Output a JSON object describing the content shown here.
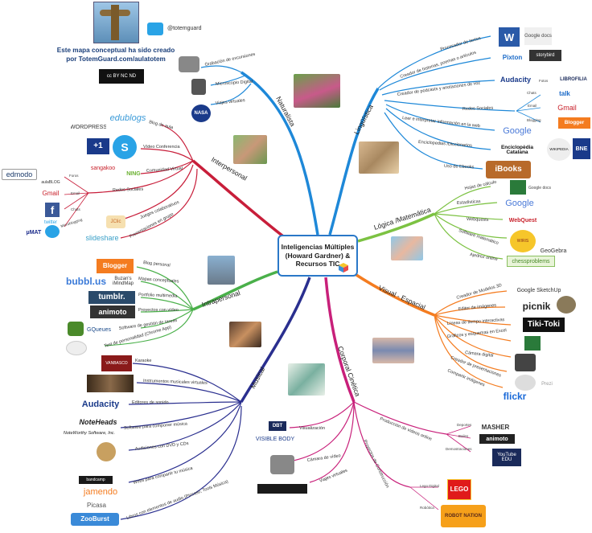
{
  "header": {
    "twitter_handle": "@totemguard",
    "credit_text": "Este mapa conceptual ha sido creado\npor TotemGuard.com/aulatotem",
    "license_badge": "cc BY NC ND"
  },
  "center": {
    "title": "Inteligencias Múltiples\n(Howard Gardner) &\nRecursos TIC"
  },
  "colors": {
    "center_border": "#2a78c8",
    "linguistica": "#1e88d8",
    "naturalista": "#1e88d8",
    "logica": "#7cc242",
    "visual": "#f47c20",
    "corporal": "#c8207a",
    "musical": "#2a2f8f",
    "intrapersonal": "#4ab04a",
    "interpersonal": "#c81e3a"
  },
  "branches": {
    "naturalista": {
      "label": "Naturalista",
      "leaves": [
        "Grabación de excursiones",
        "Microscopio Digital",
        "Viajes virtuales"
      ]
    },
    "linguistica": {
      "label": "Lingüística",
      "leaves": [
        "Procesador de textos",
        "Creador de historias, poemas o artículos",
        "Creador de podcasts y anotaciones de voz",
        "Redes Sociales",
        "Leer e interpretar información en la web",
        "Enciclopedias /Diccionarios",
        "Uso de Ebooks"
      ],
      "sub": [
        "Chats",
        "Email",
        "Blogging",
        "Fotos"
      ]
    },
    "interpersonal": {
      "label": "Interpersonal",
      "leaves": [
        "Blog de aula",
        "Vídeo Conferencia",
        "Comunidad Virtual",
        "Redes Sociales",
        "Juegos colaborativos",
        "Presentaciones en grupo"
      ],
      "sub": [
        "Foros",
        "Email",
        "Chats",
        "Microblogging"
      ]
    },
    "logica": {
      "label": "Lógica /Matemática",
      "leaves": [
        "Hojas de cálculo",
        "Estadísticas",
        "Webquests",
        "Software matemático",
        "Ajedrez online"
      ]
    },
    "intrapersonal": {
      "label": "Intrapersonal",
      "leaves": [
        "Blog personal",
        "Mapas conceptuales",
        "Portfolio multimedia",
        "Proyectos con vídeo",
        "Software de gestión de tareas",
        "Test de personalidad (Chrome App)"
      ]
    },
    "visual": {
      "label": "Visual - Espacial",
      "leaves": [
        "Creador de Modelos 3D",
        "Editor de imágenes",
        "Líneas de tiempo interactivas",
        "Gráficos y esquemas en Excel",
        "Cámara digital",
        "Creador de presentaciones",
        "Compartir imágenes"
      ]
    },
    "musical": {
      "label": "Musical",
      "leaves": [
        "Karaoke",
        "Instrumentos musicales virtuales",
        "Editores de sonido",
        "Software para componer música",
        "Audiciones con DVD y CDs",
        "Webs para compartir tu música",
        "Libros con elementos de audio (Piccaso, Tools Música)"
      ]
    },
    "corporal": {
      "label": "Corporal Cinética",
      "leaves": [
        "Visualización",
        "Cámara de vídeo",
        "Viajes virtuales",
        "Producción de vídeos online",
        "Proyectos de Construcción"
      ],
      "sub": [
        "Deportes",
        "Bailes",
        "Demostraciones",
        "Lego Digital",
        "Robótica"
      ]
    }
  },
  "logos": {
    "nasa": "NASA",
    "word": "W",
    "google_docs": "Google docs",
    "pixton": "Pixton",
    "storybird": "storybird",
    "audacity": "Audacity",
    "librofilia": "LIBROFILIA",
    "gtalk": "talk",
    "gmail_right": "Gmail",
    "blogger_right": "Blogger",
    "google": "Google",
    "enciclopedia": "Enciclopèdia Catalana",
    "wikipedia": "WIKIPEDIA",
    "bne": "BNE",
    "ibooks": "iBooks",
    "wordpress": "WORDPRESS",
    "edublogs": "edublogs",
    "plus_one": "+1",
    "skype": "S",
    "sangakoo": "sangakoo",
    "ning": "NING",
    "edmodo": "edmodo",
    "aulablog": "aulaBLOG",
    "gmail_left": "Gmail",
    "facebook": "f",
    "twitter_word": "twitter",
    "mmat": "µMAT",
    "jclic": "JClic",
    "slideshare": "slideshare",
    "google_docs_sheet": "Google docs",
    "google_stats": "Google",
    "webquest": "WebQuest",
    "wiris": "WIRIS",
    "geogebra": "GeoGebra",
    "chessproblems": "chessproblems",
    "blogger_left": "Blogger",
    "bubblus": "bubbl.us",
    "imindmap": "Buzan's iMindMap",
    "tumblr": "tumblr.",
    "animoto_left": "animoto",
    "gqueues": "GQueues",
    "sketchup": "Google SketchUp",
    "picnik": "picnik",
    "tikitoki": "Tiki-Toki",
    "prezi": "Prezi",
    "flickr": "flickr",
    "vanbasco": "VANBASCO",
    "audacity_left": "Audacity",
    "noteheads": "NoteHeads",
    "noteworthy": "NoteWorthy Software, Inc.",
    "soundcloud": "bandcamp",
    "jamendo": "jamendo",
    "picasa": "Picasa",
    "zooburst": "ZooBurst",
    "dbt": "DBT",
    "visible_body": "VISIBLE BODY",
    "masher": "MASHER",
    "animoto_right": "animoto",
    "youtube_edu": "YouTube EDU",
    "lego": "LEGO",
    "robot_nation": "ROBOT NATION"
  }
}
